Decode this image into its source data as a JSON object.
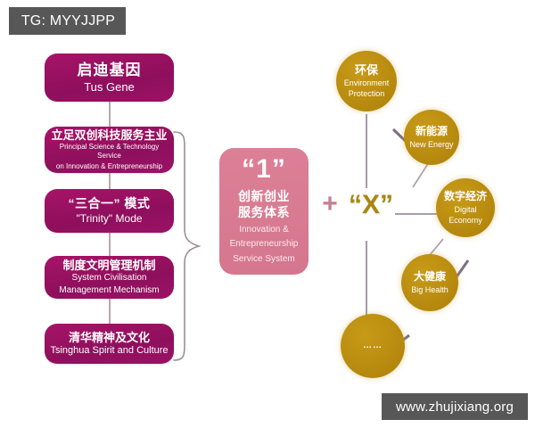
{
  "watermarks": {
    "top": "TG: MYYJJPP",
    "bottom": "www.zhujixiang.org"
  },
  "colors": {
    "box_magenta": "#9c1266",
    "center_pink": "#d97c92",
    "circle_gold": "#bc8f11",
    "connector_gray": "#b9a6ad",
    "plus_pink": "#c37f94",
    "x_gold": "#a8870f",
    "watermark_gray": "#575757"
  },
  "left_column": {
    "boxes": [
      {
        "cn": "启迪基因",
        "en": "Tus Gene"
      },
      {
        "cn": "立足双创科技服务主业",
        "en_line1": "Principal Science & Technology Service",
        "en_line2": "on Innovation & Entrepreneurship"
      },
      {
        "cn": "“三合一” 模式",
        "en": "\"Trinity\"  Mode"
      },
      {
        "cn": "制度文明管理机制",
        "en_line1": "System Civilisation",
        "en_line2": "Management Mechanism"
      },
      {
        "cn": "清华精神及文化",
        "en": "Tsinghua Spirit and Culture"
      }
    ]
  },
  "center": {
    "big_one": "“1”",
    "cn_line1": "创新创业",
    "cn_line2": "服务体系",
    "en_line1": "Innovation &",
    "en_line2": "Entrepreneurship",
    "en_line3": "Service System"
  },
  "operator": {
    "plus": "+",
    "x_label": "“X”"
  },
  "right_network": {
    "circles": [
      {
        "cn": "环保",
        "en_line1": "Environment",
        "en_line2": "Protection"
      },
      {
        "cn": "新能源",
        "en_line1": "New Energy",
        "en_line2": ""
      },
      {
        "cn": "数字经济",
        "en_line1": "Digital",
        "en_line2": "Economy"
      },
      {
        "cn": "大健康",
        "en_line1": "Big Health",
        "en_line2": ""
      },
      {
        "cn": "……",
        "en_line1": "",
        "en_line2": ""
      }
    ]
  }
}
